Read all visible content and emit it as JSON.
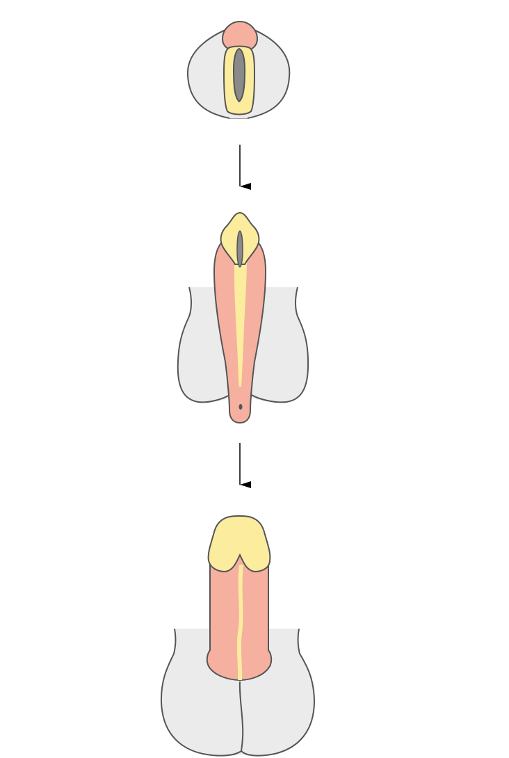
{
  "diagram": {
    "stages": [
      {
        "id": "stage-1"
      },
      {
        "id": "stage-2"
      },
      {
        "id": "stage-3"
      }
    ],
    "arrows": [
      {
        "from": "stage-1",
        "to": "stage-2"
      },
      {
        "from": "stage-2",
        "to": "stage-3"
      }
    ],
    "colors": {
      "outline": "#555555",
      "skin_gray": "#ebebeb",
      "tissue_pink": "#f5b0a0",
      "fold_yellow": "#fcec9e",
      "groove_gray": "#8a8a8a",
      "arrow": "#000000",
      "background": "#ffffff"
    }
  }
}
